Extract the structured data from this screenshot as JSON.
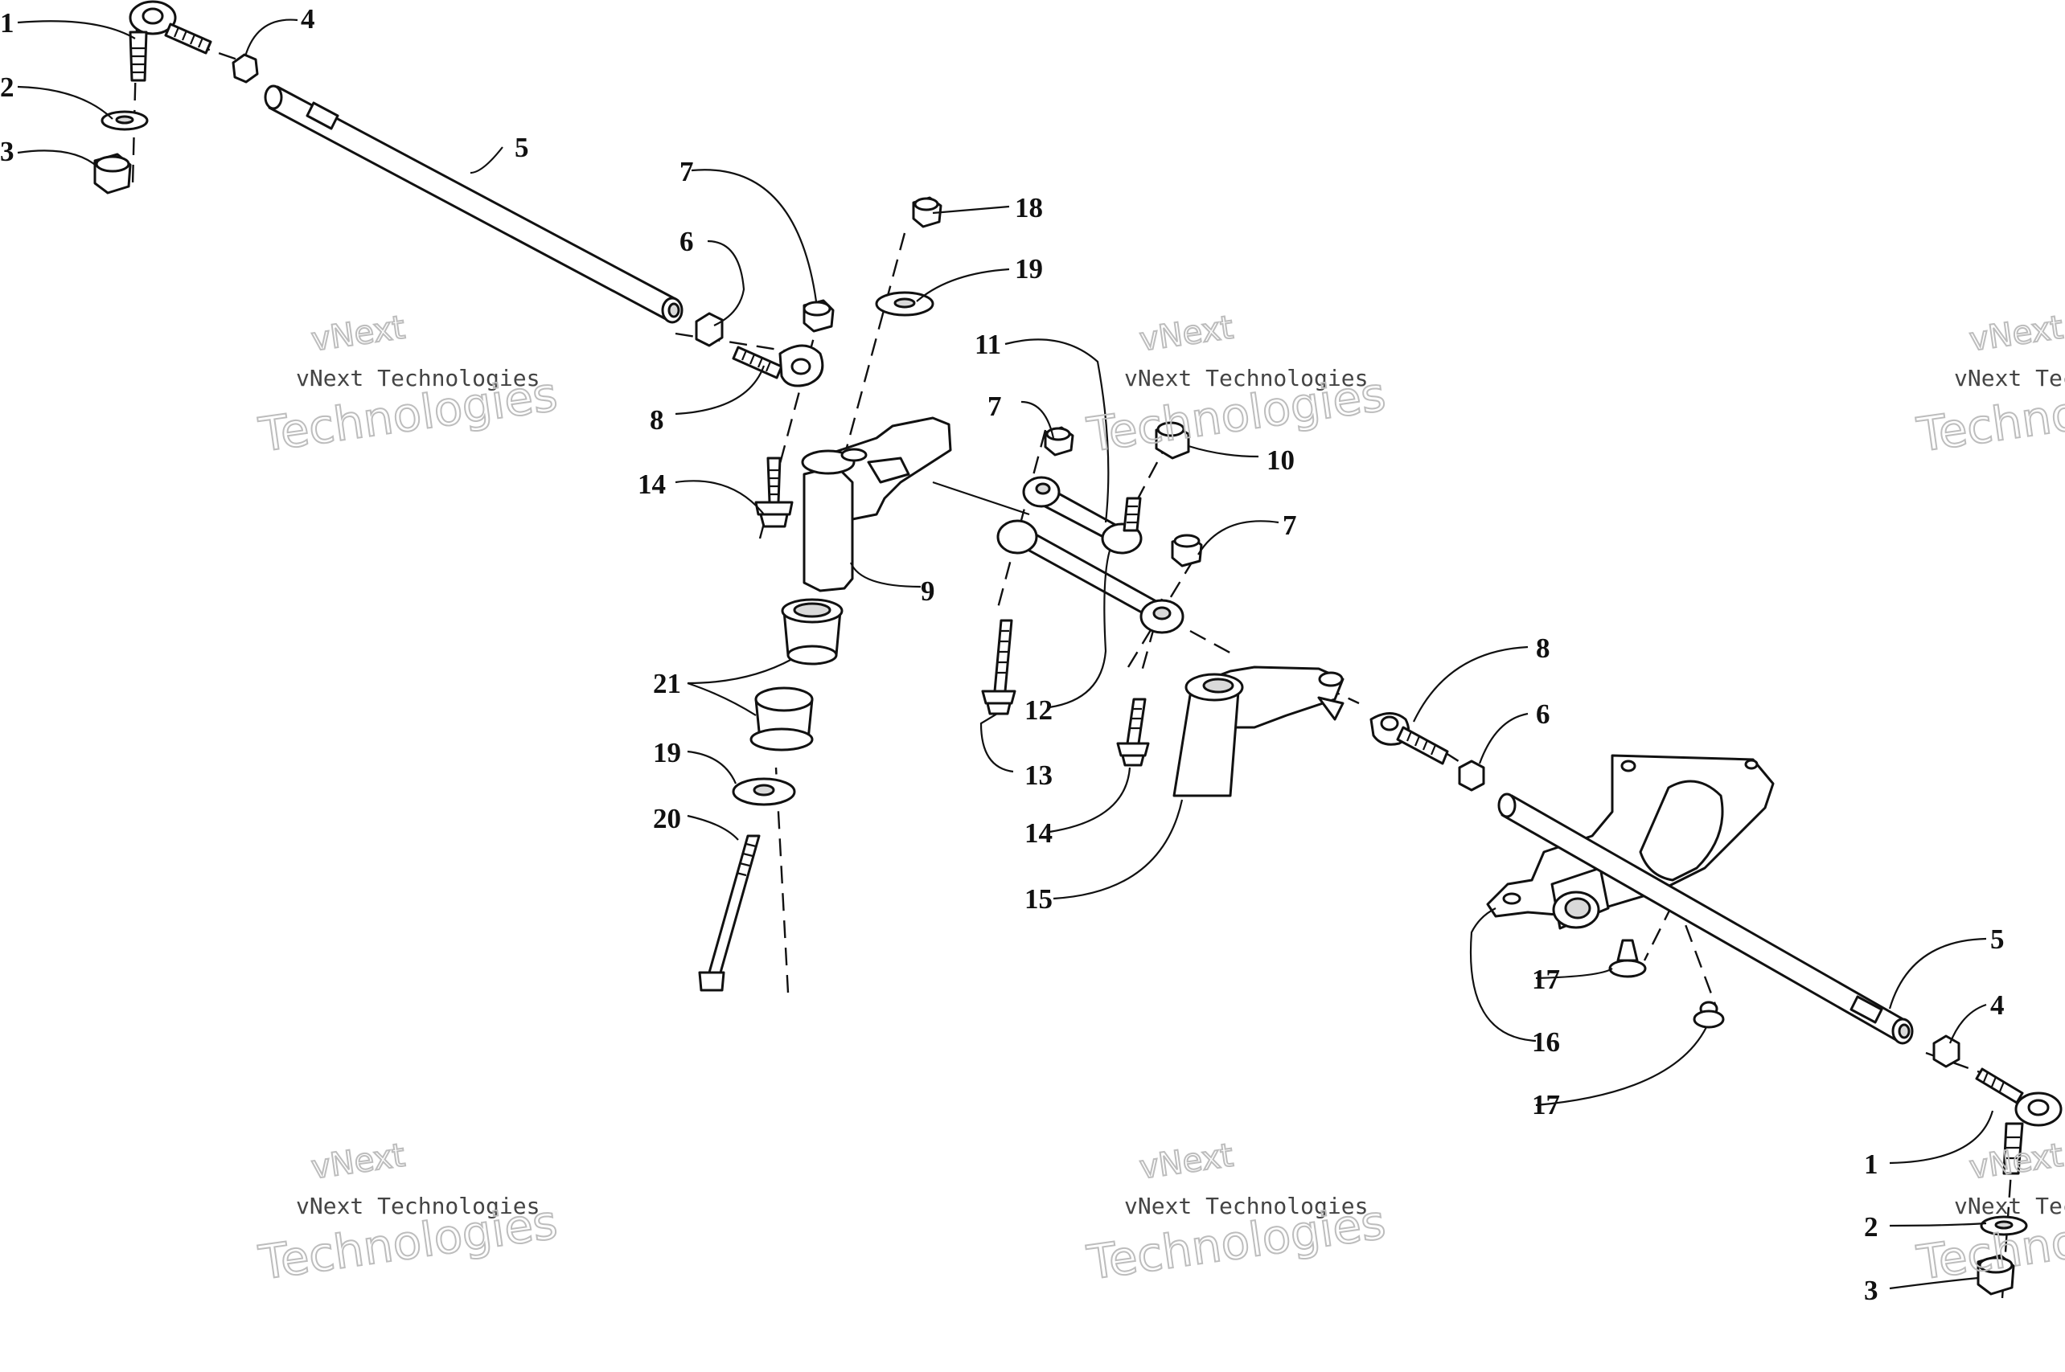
{
  "diagram": {
    "callouts": [
      {
        "id": "c1a",
        "label": "1"
      },
      {
        "id": "c2a",
        "label": "2"
      },
      {
        "id": "c3a",
        "label": "3"
      },
      {
        "id": "c4a",
        "label": "4"
      },
      {
        "id": "c5a",
        "label": "5"
      },
      {
        "id": "c6a",
        "label": "6"
      },
      {
        "id": "c7a",
        "label": "7"
      },
      {
        "id": "c8a",
        "label": "8"
      },
      {
        "id": "c14a",
        "label": "14"
      },
      {
        "id": "c18",
        "label": "18"
      },
      {
        "id": "c19a",
        "label": "19"
      },
      {
        "id": "c11",
        "label": "11"
      },
      {
        "id": "c7b",
        "label": "7"
      },
      {
        "id": "c10",
        "label": "10"
      },
      {
        "id": "c7c",
        "label": "7"
      },
      {
        "id": "c9",
        "label": "9"
      },
      {
        "id": "c21",
        "label": "21"
      },
      {
        "id": "c19b",
        "label": "19"
      },
      {
        "id": "c20",
        "label": "20"
      },
      {
        "id": "c12",
        "label": "12"
      },
      {
        "id": "c13",
        "label": "13"
      },
      {
        "id": "c14b",
        "label": "14"
      },
      {
        "id": "c15",
        "label": "15"
      },
      {
        "id": "c8b",
        "label": "8"
      },
      {
        "id": "c6b",
        "label": "6"
      },
      {
        "id": "c5b",
        "label": "5"
      },
      {
        "id": "c4b",
        "label": "4"
      },
      {
        "id": "c17a",
        "label": "17"
      },
      {
        "id": "c16",
        "label": "16"
      },
      {
        "id": "c17b",
        "label": "17"
      },
      {
        "id": "c1b",
        "label": "1"
      },
      {
        "id": "c2b",
        "label": "2"
      },
      {
        "id": "c3b",
        "label": "3"
      }
    ]
  },
  "watermark": {
    "line1": "vNext",
    "line2": "vNext Technologies",
    "line3": "Technologies"
  }
}
